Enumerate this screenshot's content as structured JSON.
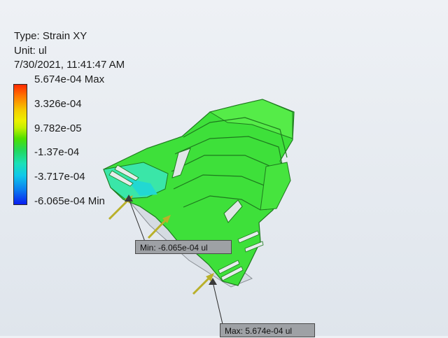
{
  "result_info": {
    "type": "Type: Strain XY",
    "unit": "Unit: ul",
    "timestamp": "7/30/2021, 11:41:47 AM"
  },
  "legend": {
    "labels": [
      "5.674e-04 Max",
      "3.326e-04",
      "9.782e-05",
      "-1.37e-04",
      "-3.717e-04",
      "-6.065e-04 Min"
    ],
    "colors": [
      "#ff2a00",
      "#f4d000",
      "#4ee000",
      "#22d85c",
      "#0ec8ea",
      "#0a1ef0"
    ]
  },
  "probes": {
    "min_label": "Min: -6.065e-04 ul",
    "max_label": "Max: 5.674e-04 ul"
  },
  "model": {
    "body_color": "#3ee03a",
    "edge_color": "#1e7a1e",
    "arrow_color": "#b9b02a"
  }
}
